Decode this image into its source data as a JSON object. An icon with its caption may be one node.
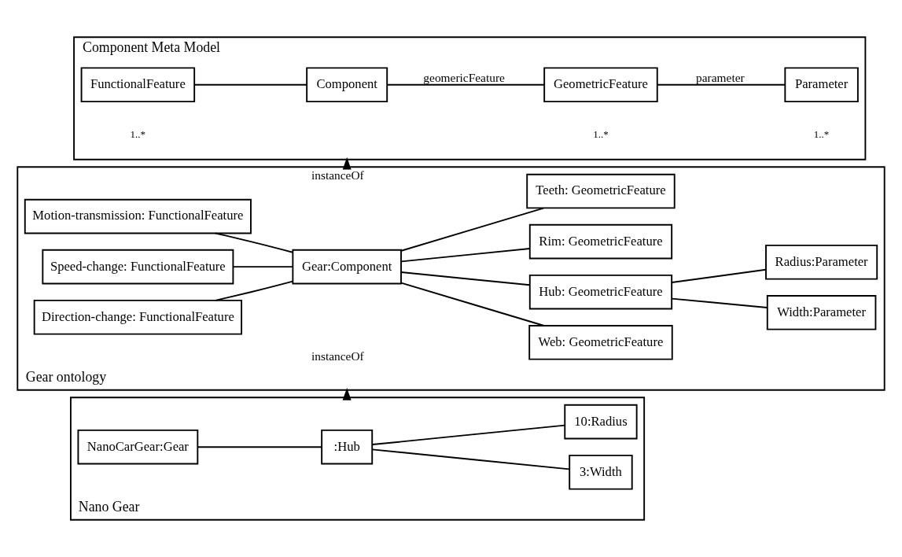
{
  "diagram": {
    "nodes": [
      {
        "text": [
          "Component Meta Model"
        ]
      },
      {
        "text": [
          "FunctionalFeature"
        ],
        "in": 0
      },
      {
        "text": [
          "Component"
        ],
        "in": 0
      },
      {
        "text": [
          "GeometricFeature"
        ],
        "in": 0
      },
      {
        "text": [
          "Parameter"
        ],
        "in": 0
      },
      {
        "text": [
          "Gear ontology"
        ]
      },
      {
        "text": [
          "Motion-transmission: FunctionalFeature"
        ],
        "in": 5
      },
      {
        "text": [
          "Speed-change: FunctionalFeature"
        ],
        "in": 5
      },
      {
        "text": [
          "Direction-change: FunctionalFeature"
        ],
        "in": 5
      },
      {
        "text": [
          "Gear:Component"
        ],
        "in": 5
      },
      {
        "text": [
          "Web: GeometricFeature"
        ],
        "in": 5
      },
      {
        "text": [
          "Hub: GeometricFeature"
        ],
        "in": 5
      },
      {
        "text": [
          "Rim: GeometricFeature"
        ],
        "in": 5
      },
      {
        "text": [
          "Teeth: GeometricFeature"
        ],
        "in": 5
      },
      {
        "text": [
          "Width:Parameter"
        ],
        "in": 5
      },
      {
        "text": [
          "Radius:Parameter"
        ],
        "in": 5
      },
      {
        "text": [
          "Nano Gear"
        ]
      },
      {
        "text": [
          "NanoCarGear:Gear"
        ],
        "in": 16
      },
      {
        "text": [
          ":Hub"
        ],
        "in": 16
      },
      {
        "text": [
          "3:Width"
        ],
        "in": 16
      },
      {
        "text": [
          "10:Radius"
        ],
        "in": 16
      }
    ],
    "edges": [
      {
        "from": 1,
        "to": 2,
        "arrow": "none"
      },
      {
        "from": 2,
        "to": 3,
        "arrow": "none",
        "label": "geomericFeature"
      },
      {
        "from": 3,
        "to": 4,
        "arrow": "none",
        "label": "parameter"
      },
      {
        "from": 5,
        "to": 0,
        "arrow": "to",
        "label": "instanceOf"
      },
      {
        "from": 6,
        "to": 9,
        "arrow": "none"
      },
      {
        "from": 7,
        "to": 9,
        "arrow": "none"
      },
      {
        "from": 8,
        "to": 9,
        "arrow": "none"
      },
      {
        "from": 9,
        "to": 10,
        "arrow": "none"
      },
      {
        "from": 9,
        "to": 11,
        "arrow": "none"
      },
      {
        "from": 9,
        "to": 12,
        "arrow": "none"
      },
      {
        "from": 9,
        "to": 13,
        "arrow": "none"
      },
      {
        "from": 11,
        "to": 14,
        "arrow": "none"
      },
      {
        "from": 11,
        "to": 15,
        "arrow": "none"
      },
      {
        "from": 16,
        "to": 5,
        "arrow": "to",
        "label": "instanceOf"
      },
      {
        "from": 17,
        "to": 18,
        "arrow": "none"
      },
      {
        "from": 18,
        "to": 19,
        "arrow": "none"
      },
      {
        "from": 18,
        "to": 20,
        "arrow": "none"
      }
    ],
    "labels": [
      "1..*",
      "1..*",
      "1..*"
    ]
  }
}
